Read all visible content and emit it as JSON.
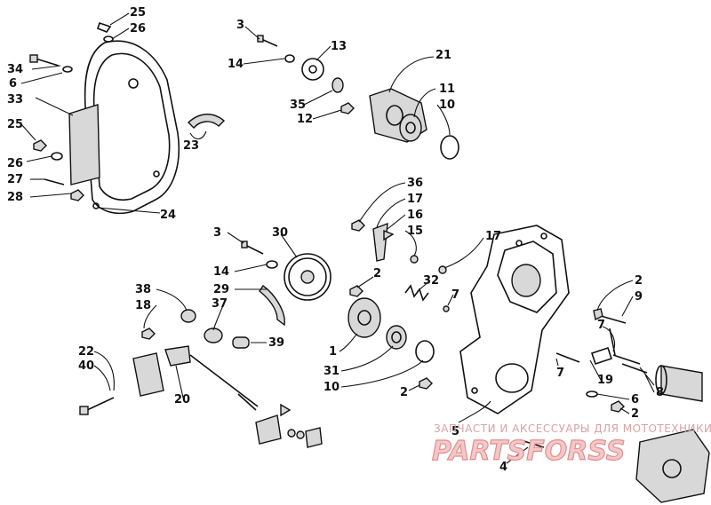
{
  "labels": [
    {
      "id": "l25a",
      "text": "25"
    },
    {
      "id": "l26a",
      "text": "26"
    },
    {
      "id": "l34",
      "text": "34"
    },
    {
      "id": "l6a",
      "text": "6"
    },
    {
      "id": "l33",
      "text": "33"
    },
    {
      "id": "l25b",
      "text": "25"
    },
    {
      "id": "l26b",
      "text": "26"
    },
    {
      "id": "l27",
      "text": "27"
    },
    {
      "id": "l28",
      "text": "28"
    },
    {
      "id": "l24",
      "text": "24"
    },
    {
      "id": "l23",
      "text": "23"
    },
    {
      "id": "l3a",
      "text": "3"
    },
    {
      "id": "l13",
      "text": "13"
    },
    {
      "id": "l14a",
      "text": "14"
    },
    {
      "id": "l35",
      "text": "35"
    },
    {
      "id": "l12",
      "text": "12"
    },
    {
      "id": "l21",
      "text": "21"
    },
    {
      "id": "l11",
      "text": "11"
    },
    {
      "id": "l10a",
      "text": "10"
    },
    {
      "id": "l36",
      "text": "36"
    },
    {
      "id": "l17a",
      "text": "17"
    },
    {
      "id": "l16",
      "text": "16"
    },
    {
      "id": "l15",
      "text": "15"
    },
    {
      "id": "l17b",
      "text": "17"
    },
    {
      "id": "l3b",
      "text": "3"
    },
    {
      "id": "l30",
      "text": "30"
    },
    {
      "id": "l14b",
      "text": "14"
    },
    {
      "id": "l29",
      "text": "29"
    },
    {
      "id": "l2a",
      "text": "2"
    },
    {
      "id": "l32",
      "text": "32"
    },
    {
      "id": "l7a",
      "text": "7"
    },
    {
      "id": "l38",
      "text": "38"
    },
    {
      "id": "l18",
      "text": "18"
    },
    {
      "id": "l37",
      "text": "37"
    },
    {
      "id": "l39",
      "text": "39"
    },
    {
      "id": "l1",
      "text": "1"
    },
    {
      "id": "l31",
      "text": "31"
    },
    {
      "id": "l10b",
      "text": "10"
    },
    {
      "id": "l22",
      "text": "22"
    },
    {
      "id": "l40",
      "text": "40"
    },
    {
      "id": "l20",
      "text": "20"
    },
    {
      "id": "l2b",
      "text": "2"
    },
    {
      "id": "l2c",
      "text": "2"
    },
    {
      "id": "l9",
      "text": "9"
    },
    {
      "id": "l7b",
      "text": "7"
    },
    {
      "id": "l7c",
      "text": "7"
    },
    {
      "id": "l19",
      "text": "19"
    },
    {
      "id": "l8",
      "text": "8"
    },
    {
      "id": "l6b",
      "text": "6"
    },
    {
      "id": "l2d",
      "text": "2"
    },
    {
      "id": "l5",
      "text": "5"
    },
    {
      "id": "l4",
      "text": "4"
    }
  ],
  "watermark": {
    "tagline": "ЗАПЧАСТИ И АКСЕССУАРЫ ДЛЯ МОТОТЕХНИКИ",
    "logo": "PARTSFORSS"
  }
}
